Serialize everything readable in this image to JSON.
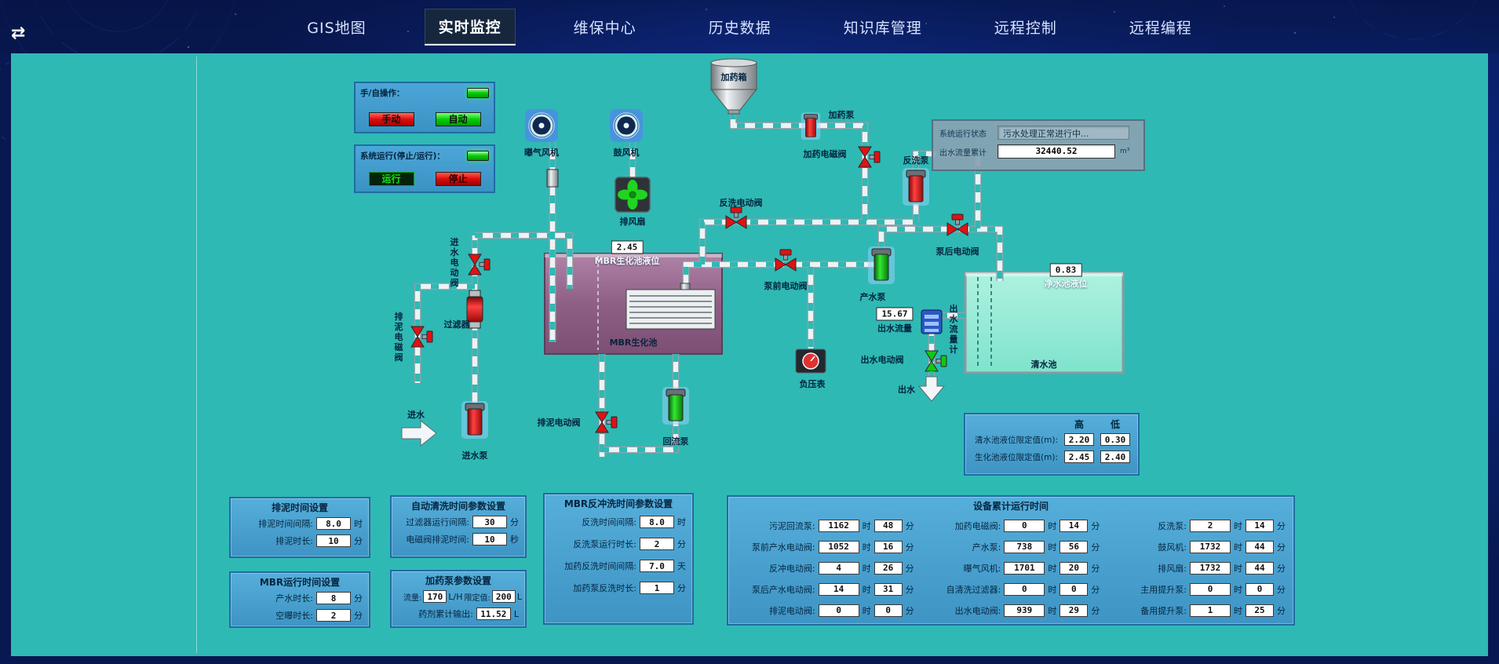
{
  "nav": {
    "swap_icon": "⇄",
    "tabs": [
      {
        "label": "GIS地图"
      },
      {
        "label": "实时监控"
      },
      {
        "label": "维保中心"
      },
      {
        "label": "历史数据"
      },
      {
        "label": "知识库管理"
      },
      {
        "label": "远程控制"
      },
      {
        "label": "远程编程"
      }
    ]
  },
  "control_panels": {
    "manual_auto": {
      "title": "手/自操作：",
      "manual": "手动",
      "auto": "自动"
    },
    "system_run": {
      "title": "系统运行(停止/运行)：",
      "run": "运行",
      "stop": "停止"
    }
  },
  "status_panel": {
    "state_label": "系统运行状态",
    "state_value": "污水处理正常进行中...",
    "flow_label": "出水流量累计",
    "flow_value": "32440.52",
    "flow_unit": "m³"
  },
  "limits_panel": {
    "col_high": "高",
    "col_low": "低",
    "rows": [
      {
        "label": "清水池液位限定值(m):",
        "high": "2.20",
        "low": "0.30"
      },
      {
        "label": "生化池液位限定值(m):",
        "high": "2.45",
        "low": "2.40"
      }
    ]
  },
  "diagram": {
    "aeration_blower": "曝气风机",
    "blower": "鼓风机",
    "exhaust_fan": "排风扇",
    "dosing_tank": "加药箱",
    "dosing_pump": "加药泵",
    "dosing_solenoid_valve": "加药电磁阀",
    "backwash_pump": "反洗泵",
    "backwash_valve": "反洗电动阀",
    "mbr_level_label": "MBR生化池液位",
    "mbr_level_value": "2.45",
    "mbr_tank": "MBR生化池",
    "filter": "过滤器",
    "inflow_valve": "进水电动阀",
    "mud_solenoid_valve": "排泥电磁阀",
    "inflow": "进水",
    "inflow_pump": "进水泵",
    "mud_valve": "排泥电动阀",
    "reflux_pump": "回流泵",
    "pre_pump_valve": "泵前电动阀",
    "product_pump": "产水泵",
    "post_pump_valve": "泵后电动阀",
    "vacuum_gauge": "负压表",
    "out_flow_value": "15.67",
    "out_flow_label": "出水流量",
    "out_valve": "出水电动阀",
    "out_flowmeter": "出水流量计",
    "outflow": "出水",
    "clean_tank": "清水池",
    "clean_level_label": "净水池液位",
    "clean_level_value": "0.83"
  },
  "settings": {
    "mud_time": {
      "title": "排泥时间设置",
      "rows": [
        {
          "label": "排泥时间间隔:",
          "value": "8.0",
          "unit": "时"
        },
        {
          "label": "排泥时长:",
          "value": "10",
          "unit": "分"
        }
      ]
    },
    "mbr_run": {
      "title": "MBR运行时间设置",
      "rows": [
        {
          "label": "产水时长:",
          "value": "8",
          "unit": "分"
        },
        {
          "label": "空曝时长:",
          "value": "2",
          "unit": "分"
        }
      ]
    },
    "auto_clean": {
      "title": "自动清洗时间参数设置",
      "rows": [
        {
          "label": "过滤器运行间隔:",
          "value": "30",
          "unit": "分"
        },
        {
          "label": "电磁阀排泥时间:",
          "value": "10",
          "unit": "秒"
        }
      ]
    },
    "dosing_pump": {
      "title": "加药泵参数设置",
      "flow_label": "流量:",
      "flow_value": "170",
      "flow_unit": "L/H",
      "limit_label": "限定值:",
      "limit_value": "200",
      "limit_unit": "L",
      "total_label": "药剂累计输出:",
      "total_value": "11.52",
      "total_unit": "L"
    },
    "mbr_backwash": {
      "title": "MBR反冲洗时间参数设置",
      "rows": [
        {
          "label": "反洗时间间隔:",
          "value": "8.0",
          "unit": "时"
        },
        {
          "label": "反洗泵运行时长:",
          "value": "2",
          "unit": "分"
        },
        {
          "label": "加药反洗时间间隔:",
          "value": "7.0",
          "unit": "天"
        },
        {
          "label": "加药泵反洗时长:",
          "value": "1",
          "unit": "分"
        }
      ]
    }
  },
  "runtime_panel": {
    "title": "设备累计运行时间",
    "hour_unit": "时",
    "minute_unit": "分",
    "rows": [
      [
        {
          "label": "污泥回流泵:",
          "h": "1162",
          "m": "48"
        },
        {
          "label": "加药电磁阀:",
          "h": "0",
          "m": "14"
        },
        {
          "label": "反洗泵:",
          "h": "2",
          "m": "14"
        }
      ],
      [
        {
          "label": "泵前产水电动阀:",
          "h": "1052",
          "m": "16"
        },
        {
          "label": "产水泵:",
          "h": "738",
          "m": "56"
        },
        {
          "label": "鼓风机:",
          "h": "1732",
          "m": "44"
        }
      ],
      [
        {
          "label": "反冲电动阀:",
          "h": "4",
          "m": "26"
        },
        {
          "label": "曝气风机:",
          "h": "1701",
          "m": "20"
        },
        {
          "label": "排风扇:",
          "h": "1732",
          "m": "44"
        }
      ],
      [
        {
          "label": "泵后产水电动阀:",
          "h": "14",
          "m": "31"
        },
        {
          "label": "自清洗过滤器:",
          "h": "0",
          "m": "0"
        },
        {
          "label": "主用提升泵:",
          "h": "0",
          "m": "0"
        }
      ],
      [
        {
          "label": "排泥电动阀:",
          "h": "0",
          "m": "0"
        },
        {
          "label": "出水电动阀:",
          "h": "939",
          "m": "29"
        },
        {
          "label": "备用提升泵:",
          "h": "1",
          "m": "25"
        }
      ]
    ]
  }
}
